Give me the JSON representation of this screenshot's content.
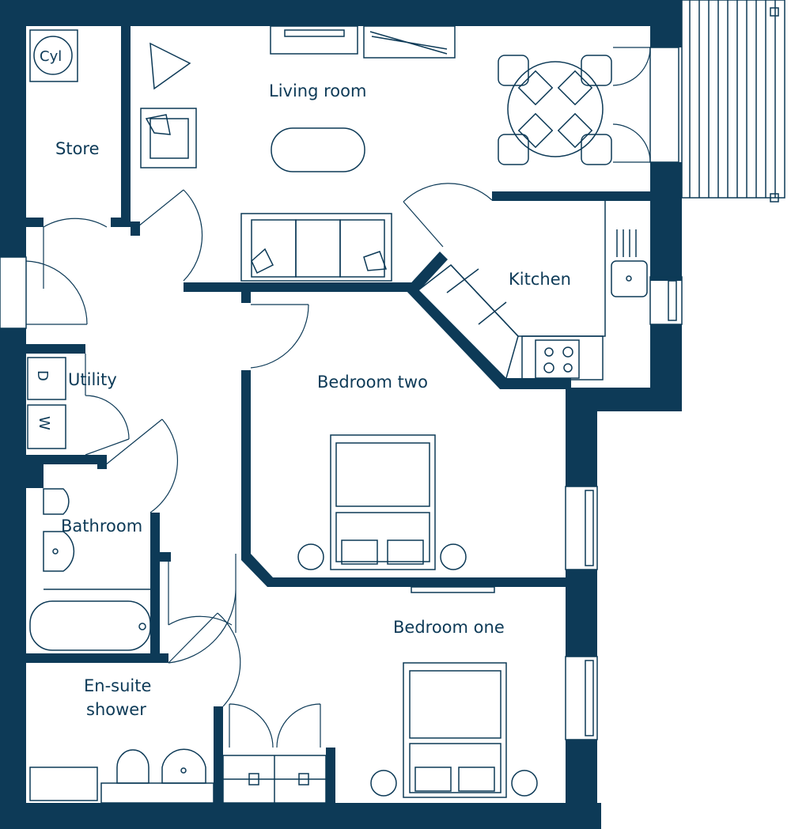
{
  "colors": {
    "wall": "#0d3a57",
    "background": "#ffffff"
  },
  "rooms": {
    "living_room": "Living room",
    "store": "Store",
    "kitchen": "Kitchen",
    "bedroom_two": "Bedroom two",
    "utility": "Utility",
    "bathroom": "Bathroom",
    "bedroom_one": "Bedroom one",
    "ensuite_line1": "En-suite",
    "ensuite_line2": "shower"
  },
  "fixtures": {
    "cylinder": "Cyl",
    "dryer": "D",
    "washer": "W"
  },
  "icons": [
    "door-swing-icon",
    "sofa-icon",
    "armchair-icon",
    "dining-table-icon",
    "bed-icon",
    "bedside-lamp-icon",
    "toilet-icon",
    "basin-icon",
    "bathtub-icon",
    "hob-icon",
    "sink-icon",
    "tv-unit-icon",
    "window-icon",
    "balcony-icon"
  ]
}
